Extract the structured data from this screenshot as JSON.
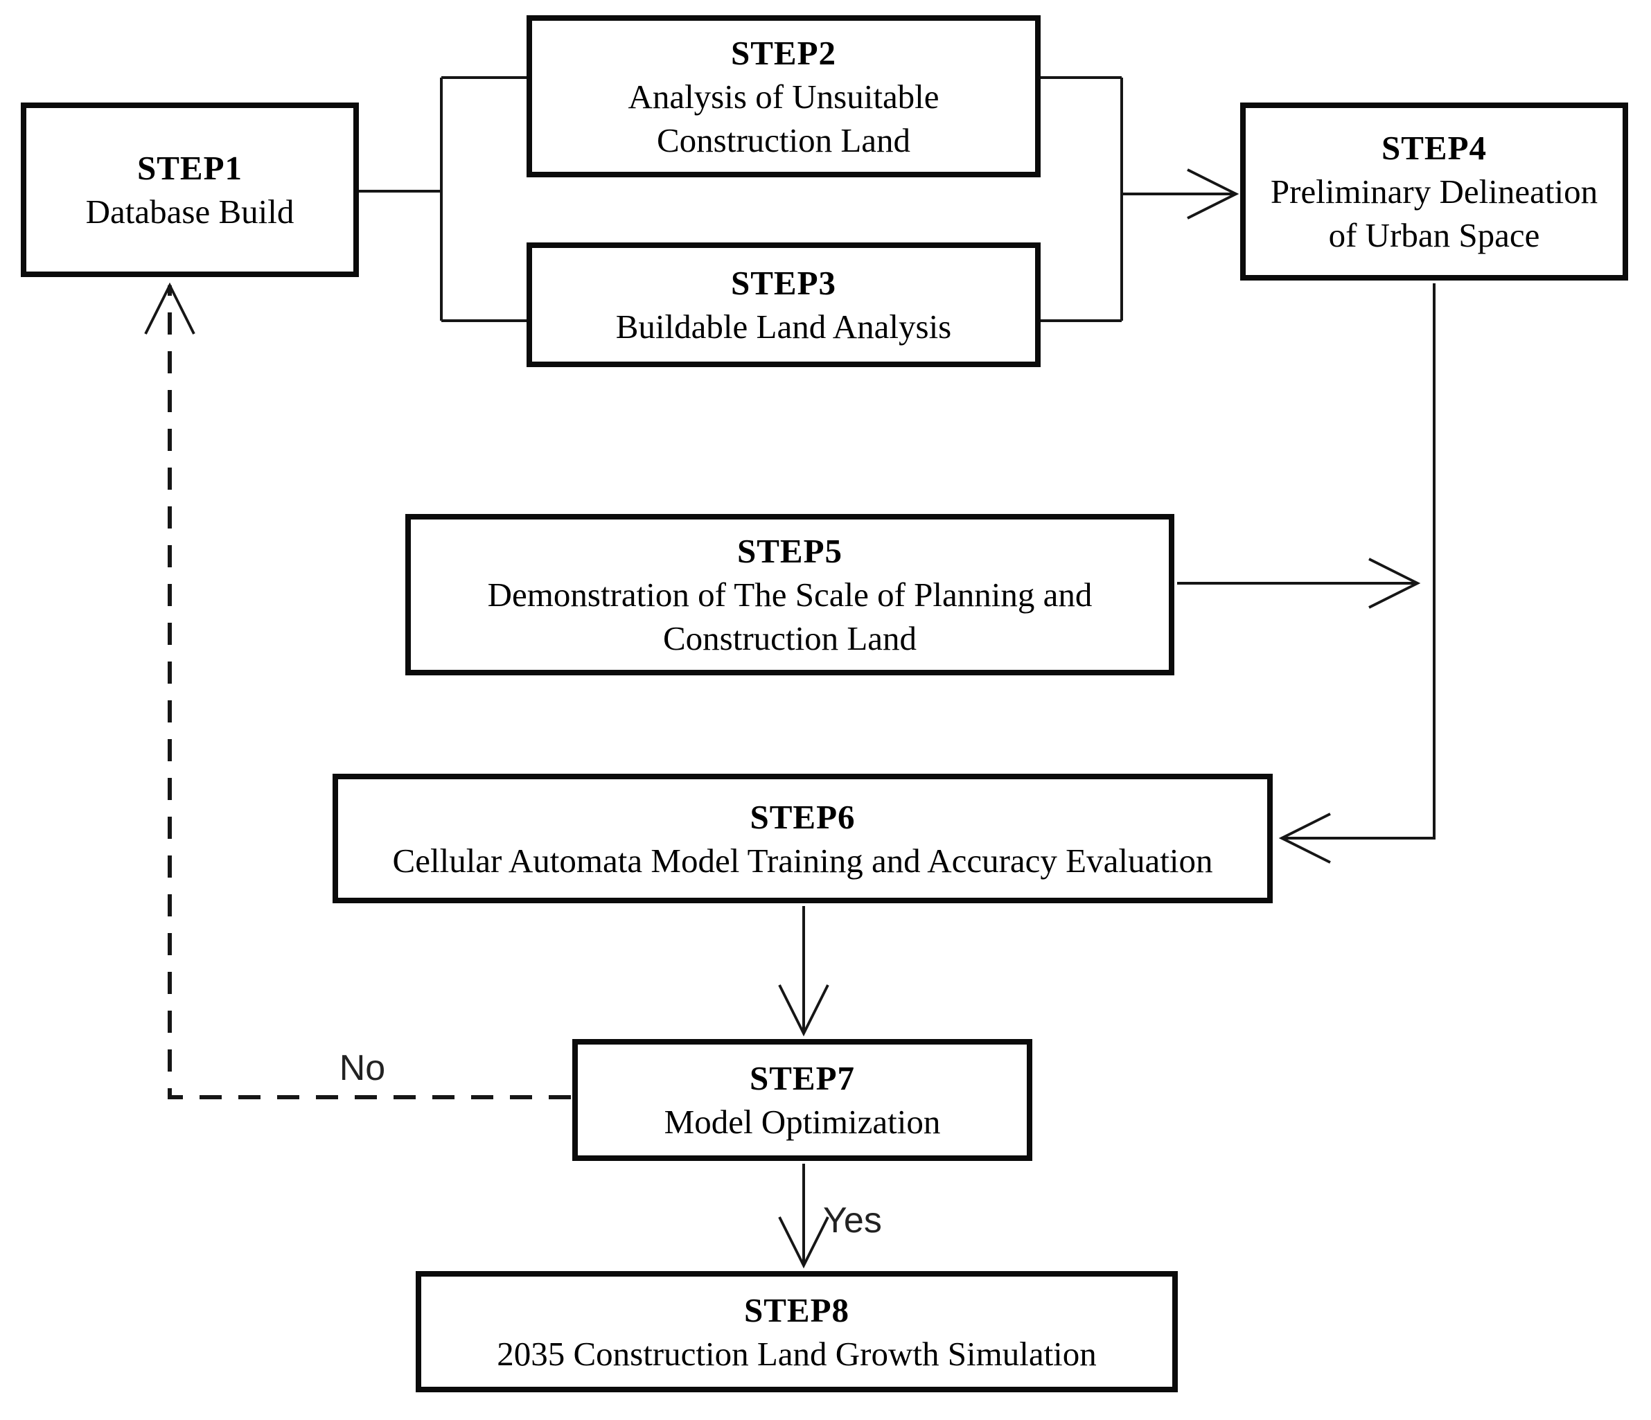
{
  "colors": {
    "background": "#ffffff",
    "box_border": "#0b0b0b",
    "line": "#161616",
    "text": "#000000",
    "edge_label_text": "#222222"
  },
  "steps": [
    {
      "id": "step1",
      "title": "STEP1",
      "lines": [
        "Database Build"
      ]
    },
    {
      "id": "step2",
      "title": "STEP2",
      "lines": [
        "Analysis of Unsuitable",
        "Construction Land"
      ]
    },
    {
      "id": "step3",
      "title": "STEP3",
      "lines": [
        "Buildable Land Analysis"
      ]
    },
    {
      "id": "step4",
      "title": "STEP4",
      "lines": [
        "Preliminary Delineation",
        "of Urban Space"
      ]
    },
    {
      "id": "step5",
      "title": "STEP5",
      "lines": [
        "Demonstration of The Scale of Planning and",
        "Construction Land"
      ]
    },
    {
      "id": "step6",
      "title": "STEP6",
      "lines": [
        "Cellular Automata Model Training and Accuracy Evaluation"
      ]
    },
    {
      "id": "step7",
      "title": "STEP7",
      "lines": [
        "Model Optimization"
      ]
    },
    {
      "id": "step8",
      "title": "STEP8",
      "lines": [
        "2035 Construction Land Growth Simulation"
      ]
    }
  ],
  "labels": {
    "yes": "Yes",
    "no": "No"
  },
  "edges": [
    {
      "from": "STEP1",
      "to": "STEP2",
      "style": "solid-line"
    },
    {
      "from": "STEP1",
      "to": "STEP3",
      "style": "solid-line"
    },
    {
      "from": "STEP2",
      "to": "STEP4",
      "style": "solid-arrow"
    },
    {
      "from": "STEP3",
      "to": "STEP4",
      "style": "solid-arrow"
    },
    {
      "from": "STEP4",
      "to": "STEP6",
      "style": "solid-arrow"
    },
    {
      "from": "STEP5",
      "to": "STEP4-STEP6 connector",
      "style": "solid-arrow"
    },
    {
      "from": "STEP6",
      "to": "STEP7",
      "style": "solid-arrow"
    },
    {
      "from": "STEP7",
      "to": "STEP8",
      "style": "solid-arrow",
      "label": "Yes"
    },
    {
      "from": "STEP7",
      "to": "STEP1",
      "style": "dashed-arrow",
      "label": "No"
    }
  ]
}
